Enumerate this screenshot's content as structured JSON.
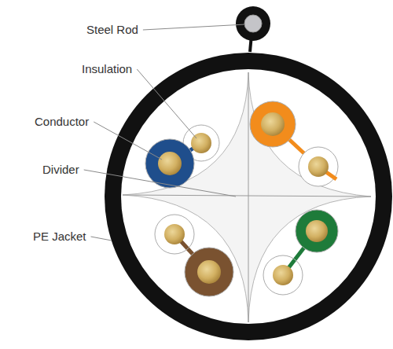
{
  "diagram": {
    "labels": [
      "Steel Rod",
      "Insulation",
      "Conductor",
      "Divider",
      "PE Jacket"
    ]
  }
}
